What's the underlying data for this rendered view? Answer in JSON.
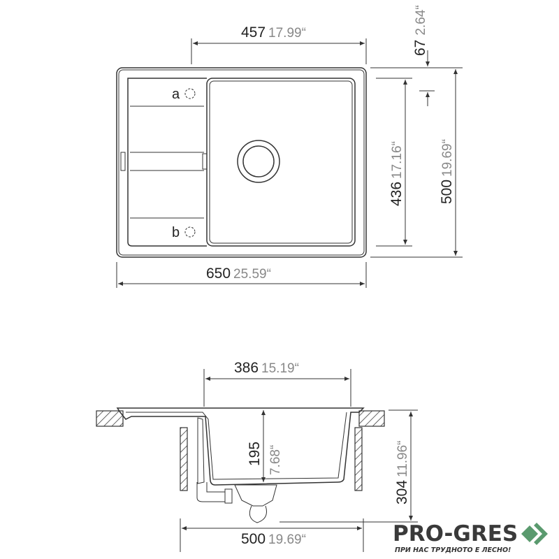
{
  "top_view": {
    "width_bowl": {
      "mm": "457",
      "in": "17.99“"
    },
    "flange": {
      "mm": "67",
      "in": "2.64“"
    },
    "bowl_depth": {
      "mm": "436",
      "in": "17.16“"
    },
    "overall_depth": {
      "mm": "500",
      "in": "19.69“"
    },
    "overall_width": {
      "mm": "650",
      "in": "25.59“"
    },
    "label_a": "a",
    "label_b": "b"
  },
  "side_view": {
    "bowl_width": {
      "mm": "386",
      "in": "15.19“"
    },
    "bowl_height": {
      "mm": "195",
      "in": "7.68“"
    },
    "total_height": {
      "mm": "304",
      "in": "11.96“"
    },
    "cabinet_width": {
      "mm": "500",
      "in": "19.69“"
    }
  },
  "logo": {
    "name": "PRO-GRES",
    "tagline": "ПРИ НАС ТРУДНОТО Е ЛЕСНО!",
    "accent": "#5a9a6e"
  }
}
